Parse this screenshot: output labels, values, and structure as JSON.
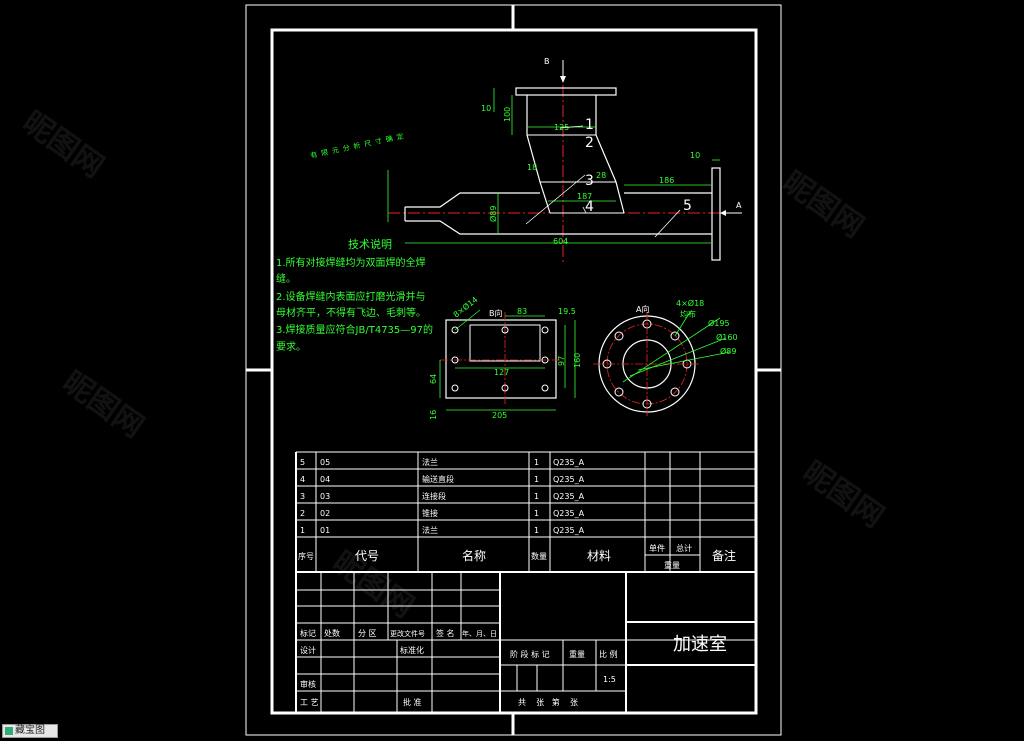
{
  "view_label_b": "B",
  "view_label_a": "A",
  "dims": {
    "d10_top": "10",
    "d100": "100",
    "d125": "125",
    "d18": "18",
    "d28": "28",
    "d187": "187",
    "d186": "186",
    "d10_right": "10",
    "d89": "Ø89",
    "d604": "604"
  },
  "parts": {
    "p1": "1",
    "p2": "2",
    "p3": "3",
    "p4": "4",
    "p5": "5"
  },
  "side_note": "有限元分析尺寸确定",
  "tech": {
    "title": "技术说明",
    "line1": "1.所有对接焊缝均为双面焊的全焊",
    "line2": "缝。",
    "line3": "2.设备焊缝内表面应打磨光滑并与",
    "line4": "母材齐平，不得有飞边、毛刺等。",
    "line5": "3.焊接质量应符合JB/T4735—97的",
    "line6": "要求。"
  },
  "view_b": {
    "title": "B向",
    "d83": "83",
    "d19_5": "19.5",
    "d97": "97",
    "d160": "160",
    "d127": "127",
    "d64": "64",
    "d16": "16",
    "d205": "205",
    "hole_note": "8×Ø14"
  },
  "view_a": {
    "title": "A向",
    "holes": "4×Ø18",
    "even": "均布",
    "d195": "Ø195",
    "d160": "Ø160",
    "d89": "Ø89"
  },
  "bom": {
    "rows": [
      {
        "no": "5",
        "code": "05",
        "name": "法兰",
        "qty": "1",
        "mat": "Q235_A"
      },
      {
        "no": "4",
        "code": "04",
        "name": "输送直段",
        "qty": "1",
        "mat": "Q235_A"
      },
      {
        "no": "3",
        "code": "03",
        "name": "连接段",
        "qty": "1",
        "mat": "Q235_A"
      },
      {
        "no": "2",
        "code": "02",
        "name": "锥接",
        "qty": "1",
        "mat": "Q235_A"
      },
      {
        "no": "1",
        "code": "01",
        "name": "法兰",
        "qty": "1",
        "mat": "Q235_A"
      }
    ],
    "h_no": "序号",
    "h_code": "代号",
    "h_name": "名称",
    "h_qty": "数量",
    "h_mat": "材料",
    "h_single": "单件",
    "h_total": "总计",
    "h_weight": "重量",
    "h_note": "备注"
  },
  "title_block": {
    "mark": "标记",
    "count": "处数",
    "zone": "分 区",
    "doc": "更改文件号",
    "sign": "签 名",
    "date": "年、月、日",
    "design": "设计",
    "std": "标准化",
    "stage": "阶 段 标 记",
    "weight": "重量",
    "scale": "比 例",
    "scale_val": "1:5",
    "review": "审核",
    "process": "工 艺",
    "approve": "批 准",
    "sheets": "共    张   第    张",
    "drawing_name": "加速室"
  },
  "footer_tag": "藏宝图",
  "watermark": "昵图网"
}
